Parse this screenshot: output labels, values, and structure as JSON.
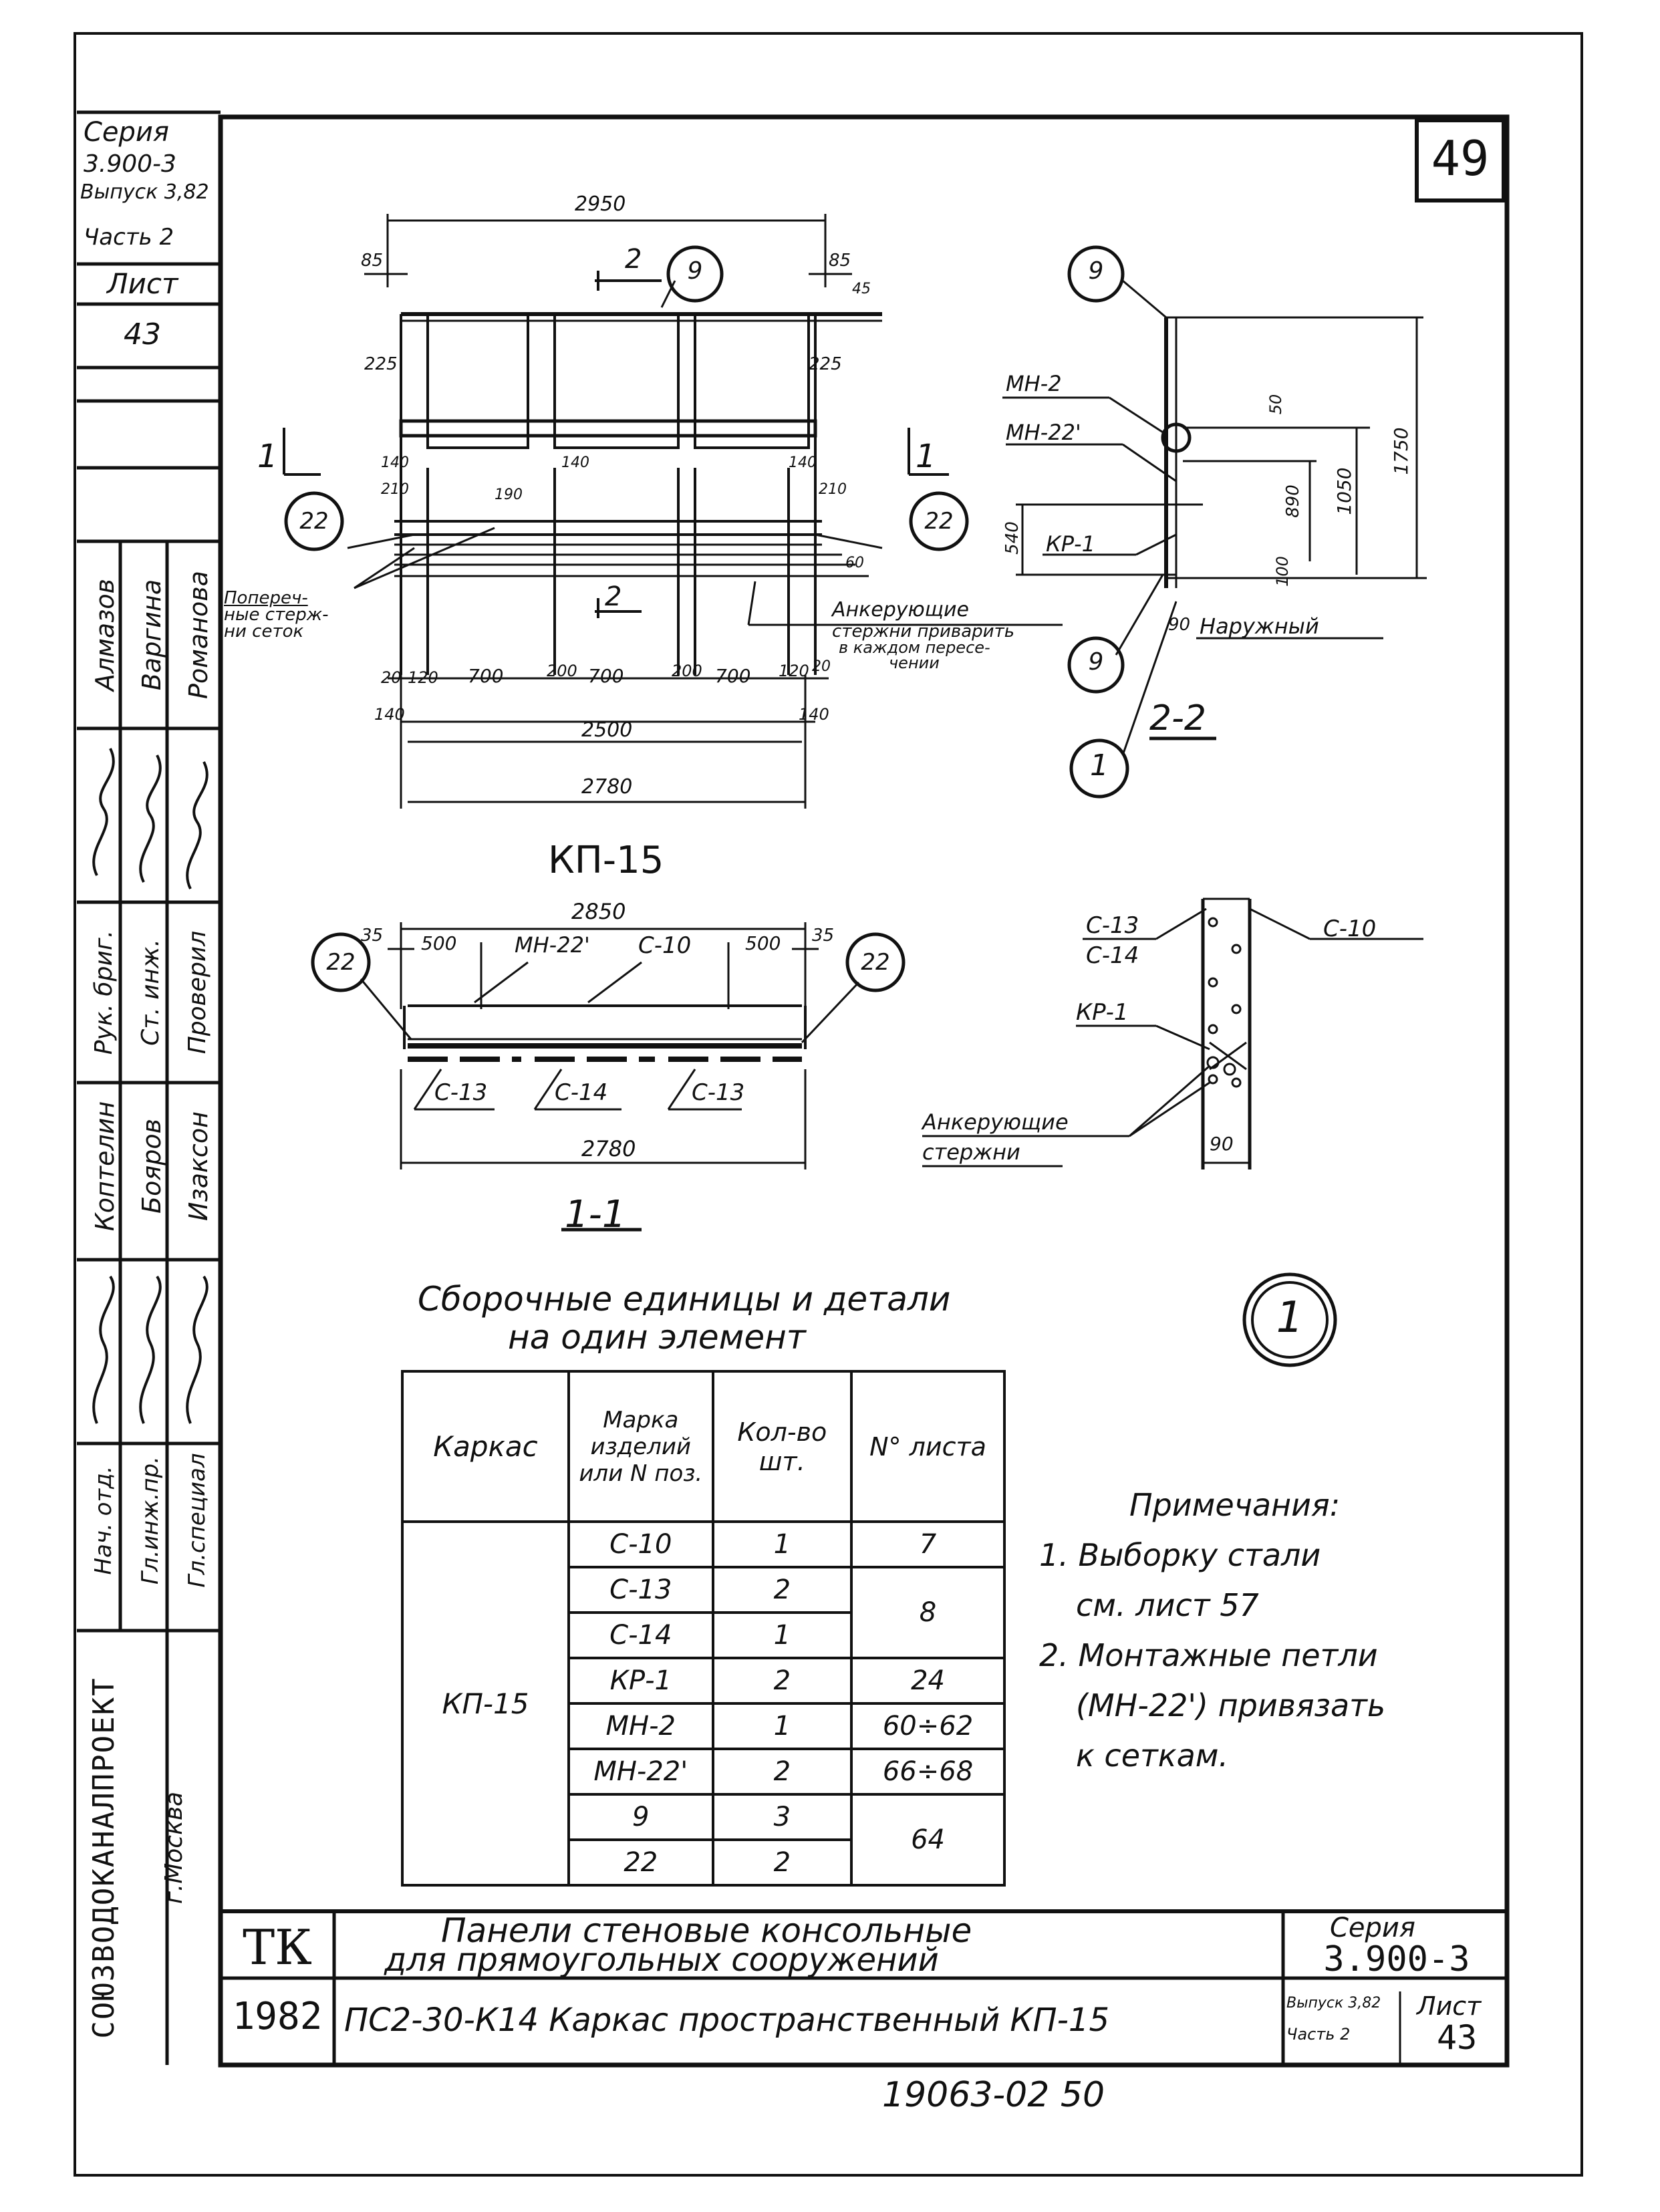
{
  "sheet_number": "49",
  "stamp": {
    "series_label": "Серия",
    "series_value": "3.900-3",
    "issue": "Выпуск 3,82",
    "part": "Часть 2",
    "sheet_label": "Лист",
    "sheet_value": "43",
    "org": "СОЮЗВОДОКАНАЛПРОЕКТ",
    "city": "г.Москва",
    "roles": [
      "Рук. бриг.",
      "Ст. инж.",
      "Проверил",
      "Нач. отд.",
      "Гл.инж.пр.",
      "Гл.специал"
    ],
    "names": [
      "Алмазов",
      "Варгина",
      "Романова",
      "Коптелин",
      "Бояров",
      "Изаксон"
    ]
  },
  "views": {
    "top": {
      "dims": [
        "2950",
        "85",
        "85",
        "45",
        "225",
        "225",
        "140",
        "140",
        "140",
        "210",
        "190",
        "210",
        "60",
        "20",
        "120",
        "700",
        "200",
        "700",
        "200",
        "700",
        "120",
        "20",
        "140",
        "2500",
        "140",
        "2780"
      ],
      "callouts": [
        "9",
        "22",
        "22"
      ],
      "section_marks": [
        "2",
        "2",
        "1",
        "1"
      ],
      "note_left": [
        "Попереч-",
        "ные стерж-",
        "ни сеток"
      ],
      "note_right": [
        "Анкерующие",
        "стержни приварить",
        "в каждом пересе-",
        "чении"
      ]
    },
    "section_22": {
      "title": "2-2",
      "labels": [
        "МН-2",
        "МН-22'",
        "КР-1",
        "Наружный"
      ],
      "dims": [
        "50",
        "890",
        "1050",
        "1750",
        "540",
        "100",
        "90"
      ],
      "callouts": [
        "9",
        "9",
        "1"
      ]
    },
    "kp15_title": "КП-15",
    "section_11": {
      "title": "1-1",
      "dims": [
        "2850",
        "35",
        "500",
        "500",
        "35",
        "2780"
      ],
      "labels": [
        "МН-22'",
        "С-10",
        "С-13",
        "С-14",
        "С-13"
      ],
      "callouts": [
        "22",
        "22"
      ]
    },
    "detail_1": {
      "labels": [
        "С-13",
        "С-14",
        "С-10",
        "КР-1",
        "Анкерующие",
        "стержни"
      ],
      "dims": [
        "90"
      ],
      "callout": "1"
    }
  },
  "spec_table": {
    "title_line1": "Сборочные единицы и детали",
    "title_line2": "на один элемент",
    "headers": [
      "Каркас",
      "Марка изделий или N поз.",
      "Кол-во шт.",
      "N° листа"
    ],
    "group": "КП-15",
    "rows": [
      {
        "mark": "С-10",
        "qty": "1",
        "sheet": "7"
      },
      {
        "mark": "С-13",
        "qty": "2",
        "sheet": "8"
      },
      {
        "mark": "С-14",
        "qty": "1",
        "sheet": ""
      },
      {
        "mark": "КР-1",
        "qty": "2",
        "sheet": "24"
      },
      {
        "mark": "МН-2",
        "qty": "1",
        "sheet": "60÷62"
      },
      {
        "mark": "МН-22'",
        "qty": "2",
        "sheet": "66÷68"
      },
      {
        "mark": "9",
        "qty": "3",
        "sheet": "64"
      },
      {
        "mark": "22",
        "qty": "2",
        "sheet": ""
      }
    ]
  },
  "notes": {
    "title": "Примечания:",
    "lines": [
      "1. Выборку стали",
      "см. лист 57",
      "2. Монтажные петли",
      "(МН-22') привязать",
      "к сеткам."
    ]
  },
  "title_block": {
    "tk": "ТК",
    "year": "1982",
    "title1": "Панели стеновые консольные",
    "title2": "для прямоугольных сооружений",
    "subtitle": "ПС2-30-К14 Каркас пространственный КП-15",
    "series_label": "Серия",
    "series_value": "3.900-3",
    "issue_label": "Выпуск 3,82",
    "part_label": "Часть 2",
    "sheet_label": "Лист",
    "sheet_value": "43"
  },
  "footer_code": "19063-02 50"
}
